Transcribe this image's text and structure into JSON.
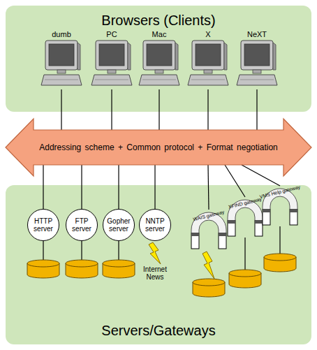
{
  "diagram": {
    "nodes": [
      {
        "text": [
          "Browsers (Clients)"
        ]
      },
      {
        "text": [
          "dumb"
        ],
        "in": 0
      },
      {
        "text": [
          "PC"
        ],
        "in": 0
      },
      {
        "text": [
          "Mac"
        ],
        "in": 0
      },
      {
        "text": [
          "X"
        ],
        "in": 0
      },
      {
        "text": [
          "NeXT"
        ],
        "in": 0
      },
      {
        "text": [
          "Addressing scheme + Common protocol + Format negotiation"
        ]
      },
      {
        "text": [
          "Servers/Gateways"
        ]
      },
      {
        "text": [
          "HTTP server"
        ],
        "in": 7
      },
      {
        "text": [
          "FTP server"
        ],
        "in": 7
      },
      {
        "text": [
          "Gopher server"
        ],
        "in": 7
      },
      {
        "text": [
          "NNTP server"
        ],
        "in": 7
      },
      {
        "text": [
          "WAIS gateway"
        ],
        "in": 7
      },
      {
        "text": [
          "XFIND gateway"
        ],
        "in": 7
      },
      {
        "text": [
          "VMS Help gateway"
        ],
        "in": 7
      }
    ],
    "edges": [
      {
        "from": 1,
        "to": 6,
        "arrow": "none"
      },
      {
        "from": 2,
        "to": 6,
        "arrow": "none"
      },
      {
        "from": 3,
        "to": 6,
        "arrow": "none"
      },
      {
        "from": 4,
        "to": 6,
        "arrow": "none"
      },
      {
        "from": 5,
        "to": 6,
        "arrow": "none"
      },
      {
        "from": 6,
        "to": 8,
        "arrow": "none"
      },
      {
        "from": 6,
        "to": 9,
        "arrow": "none"
      },
      {
        "from": 6,
        "to": 10,
        "arrow": "none"
      },
      {
        "from": 6,
        "to": 11,
        "arrow": "none"
      },
      {
        "from": 6,
        "to": 12,
        "arrow": "none"
      },
      {
        "from": 6,
        "to": 13,
        "arrow": "none"
      },
      {
        "from": 6,
        "to": 14,
        "arrow": "none"
      }
    ],
    "labels": [
      "Internet News"
    ]
  }
}
